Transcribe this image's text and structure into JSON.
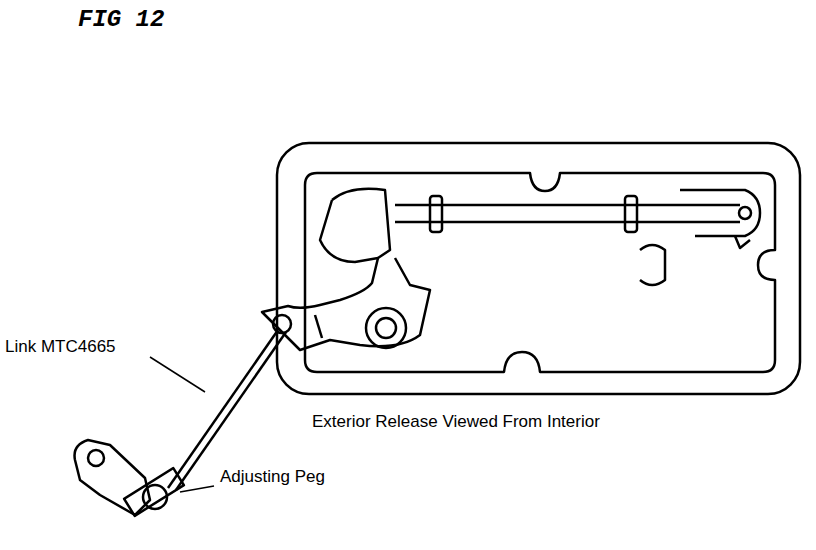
{
  "diagram": {
    "title": "FIG 12",
    "labels": [
      "Link MTC4665",
      "Adjusting Peg",
      "Exterior Release Viewed From Interior"
    ]
  }
}
